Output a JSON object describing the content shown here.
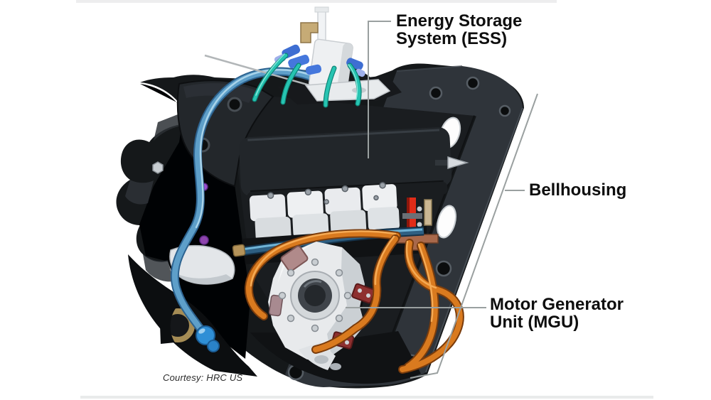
{
  "figure": {
    "type": "annotated-technical-diagram",
    "subject": "hybrid powertrain cutaway with callouts",
    "background": "#ffffff"
  },
  "labels": {
    "ess": {
      "line1": "Energy Storage",
      "line2": "System (ESS)"
    },
    "bellhousing": {
      "text": "Bellhousing"
    },
    "mgu": {
      "line1": "Motor Generator",
      "line2": "Unit (MGU)"
    }
  },
  "credit": {
    "text": "Courtesy: HRC US"
  },
  "colors": {
    "label_text": "#0e0e0e",
    "leader_line": "#9aa0a0",
    "engine_body": "#15181a",
    "bellhousing_plate": "#2f343a",
    "ess_cover": "#22262a",
    "battery_cells": "#e9ebee",
    "mgu_housing": "#e8eaec",
    "hv_cable_orange": "#d97a1f",
    "coolant_hose_blue": "#5e9fc9",
    "fitting_teal": "#27c4b2",
    "connector_red": "#e12c18",
    "brass": "#b5935a"
  }
}
